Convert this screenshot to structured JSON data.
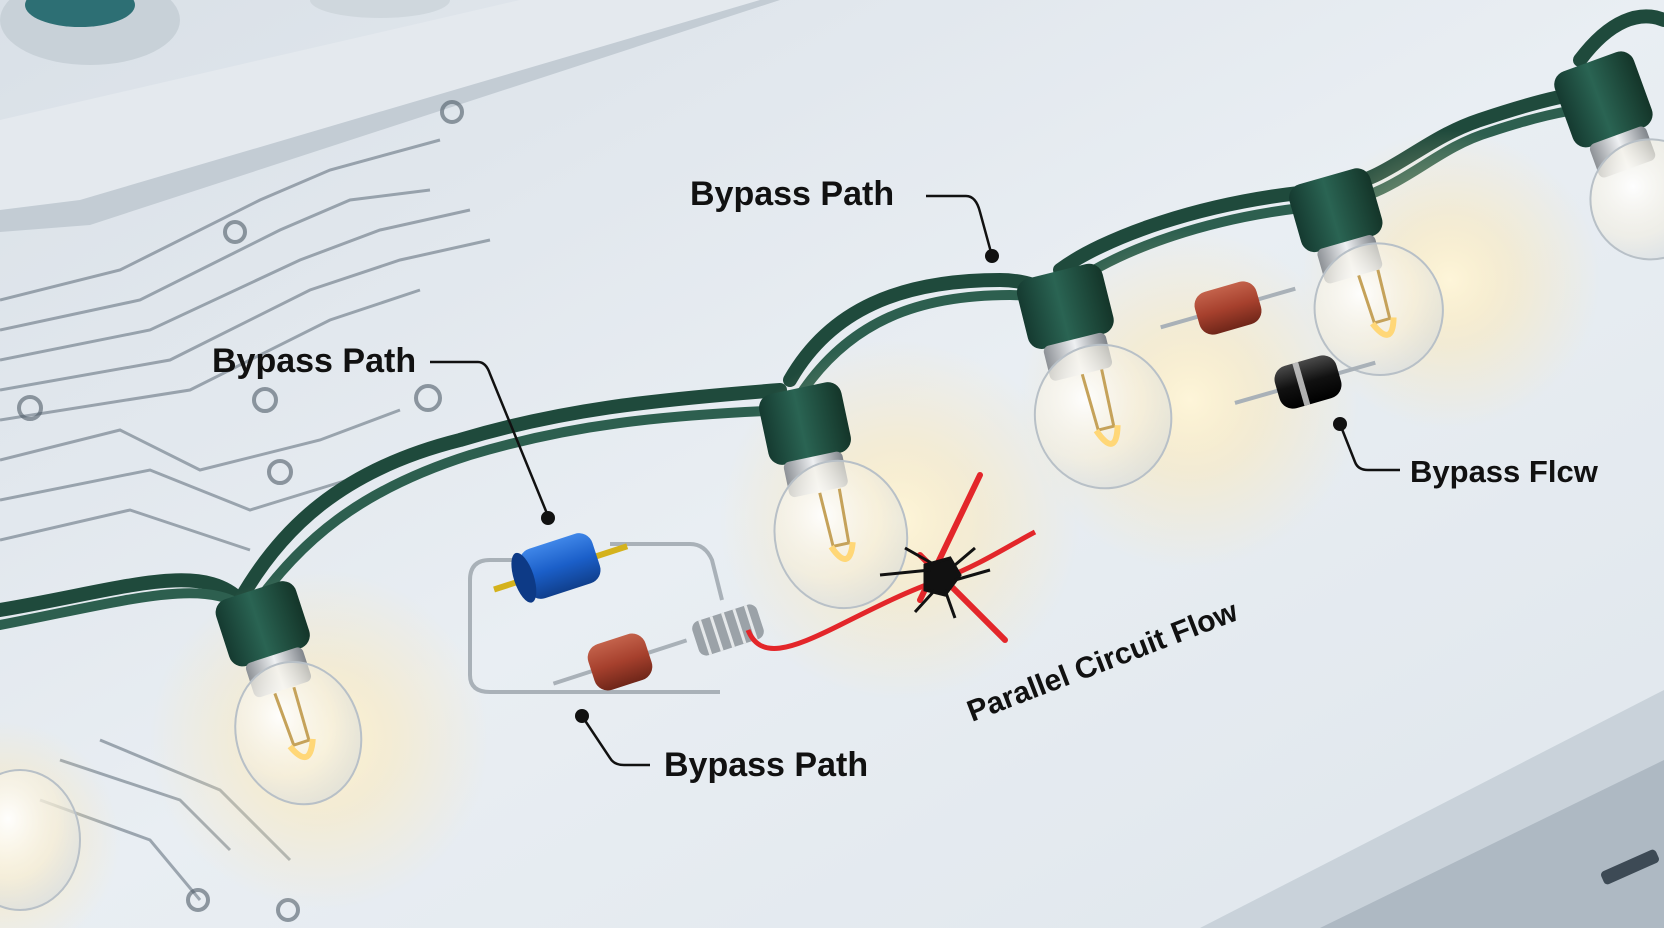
{
  "labels": {
    "bypass_path_top": "Bypass Path",
    "bypass_path_left": "Bypass Path",
    "bypass_path_bottom": "Bypass Path",
    "bypass_flow_right": "Bypass Flcw",
    "parallel_circuit_flow": "Parallel Circuit Flow"
  },
  "colors": {
    "wire": "#1f4a3c",
    "socket": "#1e4f42",
    "bypass_wire": "#e3262a",
    "capacitor_blue": "#1b5fc9",
    "resistor_red": "#a6402d",
    "surface": "#e7ecf1"
  },
  "icons": [
    "light-bulb-icon",
    "broken-bulb-icon",
    "capacitor-icon",
    "resistor-icon",
    "diode-icon"
  ]
}
